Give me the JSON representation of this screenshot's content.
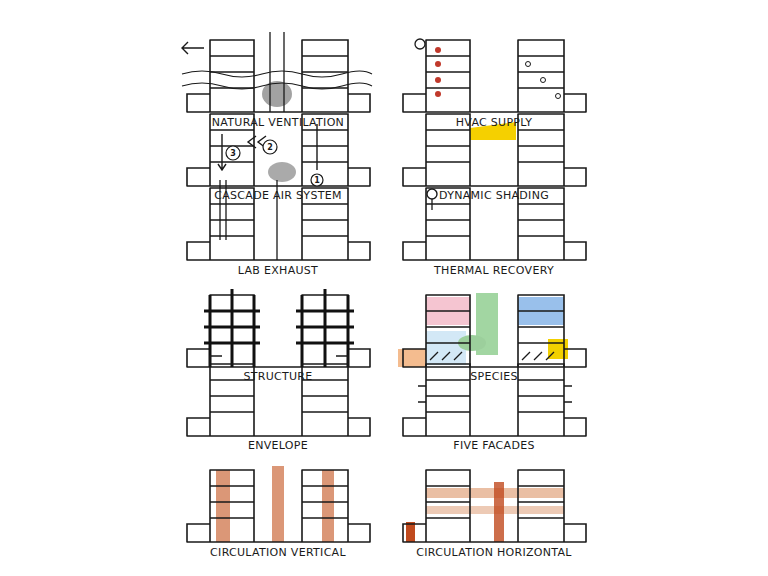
{
  "diagram": {
    "labels": [
      "NATURAL VENTILATION",
      "HVAC SUPPLY",
      "CASCADE AIR SYSTEM",
      "DYNAMIC SHADING",
      "LAB EXHAUST",
      "THERMAL RECOVERY",
      "STRUCTURE",
      "SPECIES",
      "ENVELOPE",
      "FIVE FACADES",
      "CIRCULATION VERTICAL",
      "CIRCULATION HORIZONTAL",
      "3",
      "2",
      "1"
    ]
  }
}
